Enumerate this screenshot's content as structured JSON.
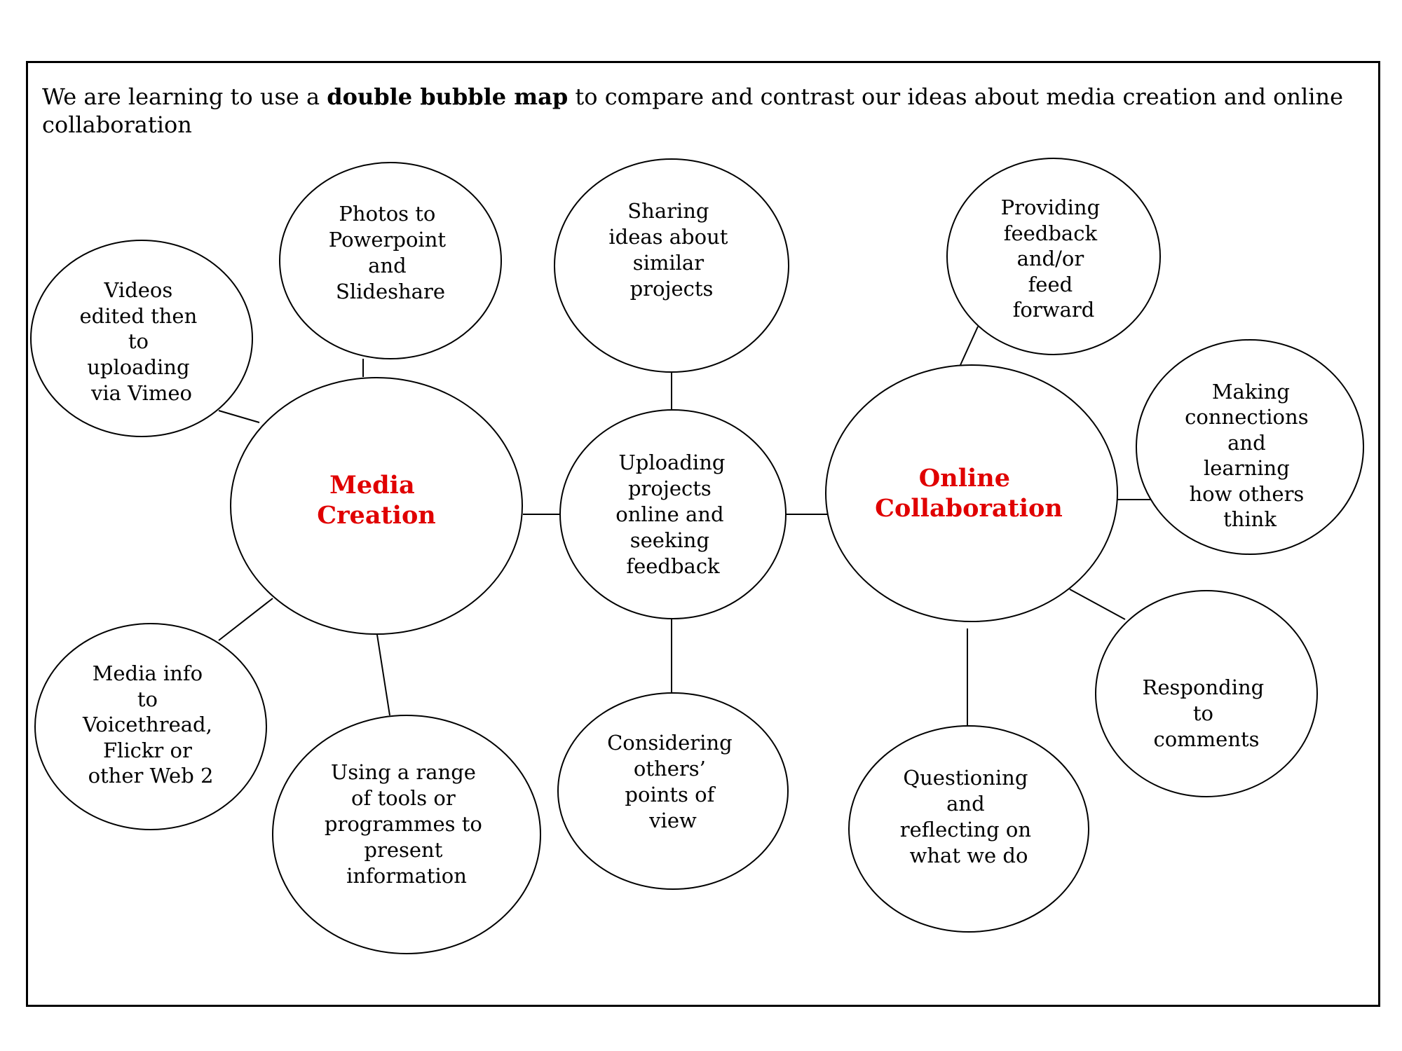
{
  "heading": {
    "before": "We are learning to use a ",
    "bold": "double bubble map",
    "after": " to compare and contrast our ideas about media creation and online collaboration"
  },
  "colors": {
    "accent": "#e00000",
    "line": "#000000",
    "background": "#ffffff"
  },
  "map": {
    "left_topic": {
      "lines": [
        "Media",
        "Creation"
      ]
    },
    "right_topic": {
      "lines": [
        "Online",
        "Collaboration"
      ]
    },
    "bubbles": [
      {
        "id": "videos-edited",
        "lines": [
          "Videos",
          "edited then",
          "to",
          "uploading",
          "via Vimeo"
        ]
      },
      {
        "id": "photos-powerpoint",
        "lines": [
          "Photos to",
          "Powerpoint",
          "and",
          "Slideshare"
        ]
      },
      {
        "id": "media-info",
        "lines": [
          "Media info",
          "to",
          "Voicethread,",
          "Flickr or",
          "other Web 2"
        ]
      },
      {
        "id": "range-of-tools",
        "lines": [
          "Using a range",
          "of tools or",
          "programmes to",
          "present",
          "information"
        ]
      },
      {
        "id": "sharing-ideas",
        "lines": [
          "Sharing",
          "ideas about",
          "similar",
          "projects"
        ]
      },
      {
        "id": "uploading-projects",
        "lines": [
          "Uploading",
          "projects",
          "online and",
          "seeking",
          "feedback"
        ]
      },
      {
        "id": "considering-others",
        "lines": [
          "Considering",
          "others’",
          "points of",
          "view"
        ]
      },
      {
        "id": "providing-feedback",
        "lines": [
          "Providing",
          "feedback",
          "and/or",
          "feed",
          "forward"
        ]
      },
      {
        "id": "making-connections",
        "lines": [
          "Making",
          "connections",
          "and",
          "learning",
          "how others",
          "think"
        ]
      },
      {
        "id": "responding-comments",
        "lines": [
          "Responding",
          "to",
          "comments"
        ]
      },
      {
        "id": "questioning-reflecting",
        "lines": [
          "Questioning",
          "and",
          "reflecting on",
          "what we do"
        ]
      }
    ]
  }
}
